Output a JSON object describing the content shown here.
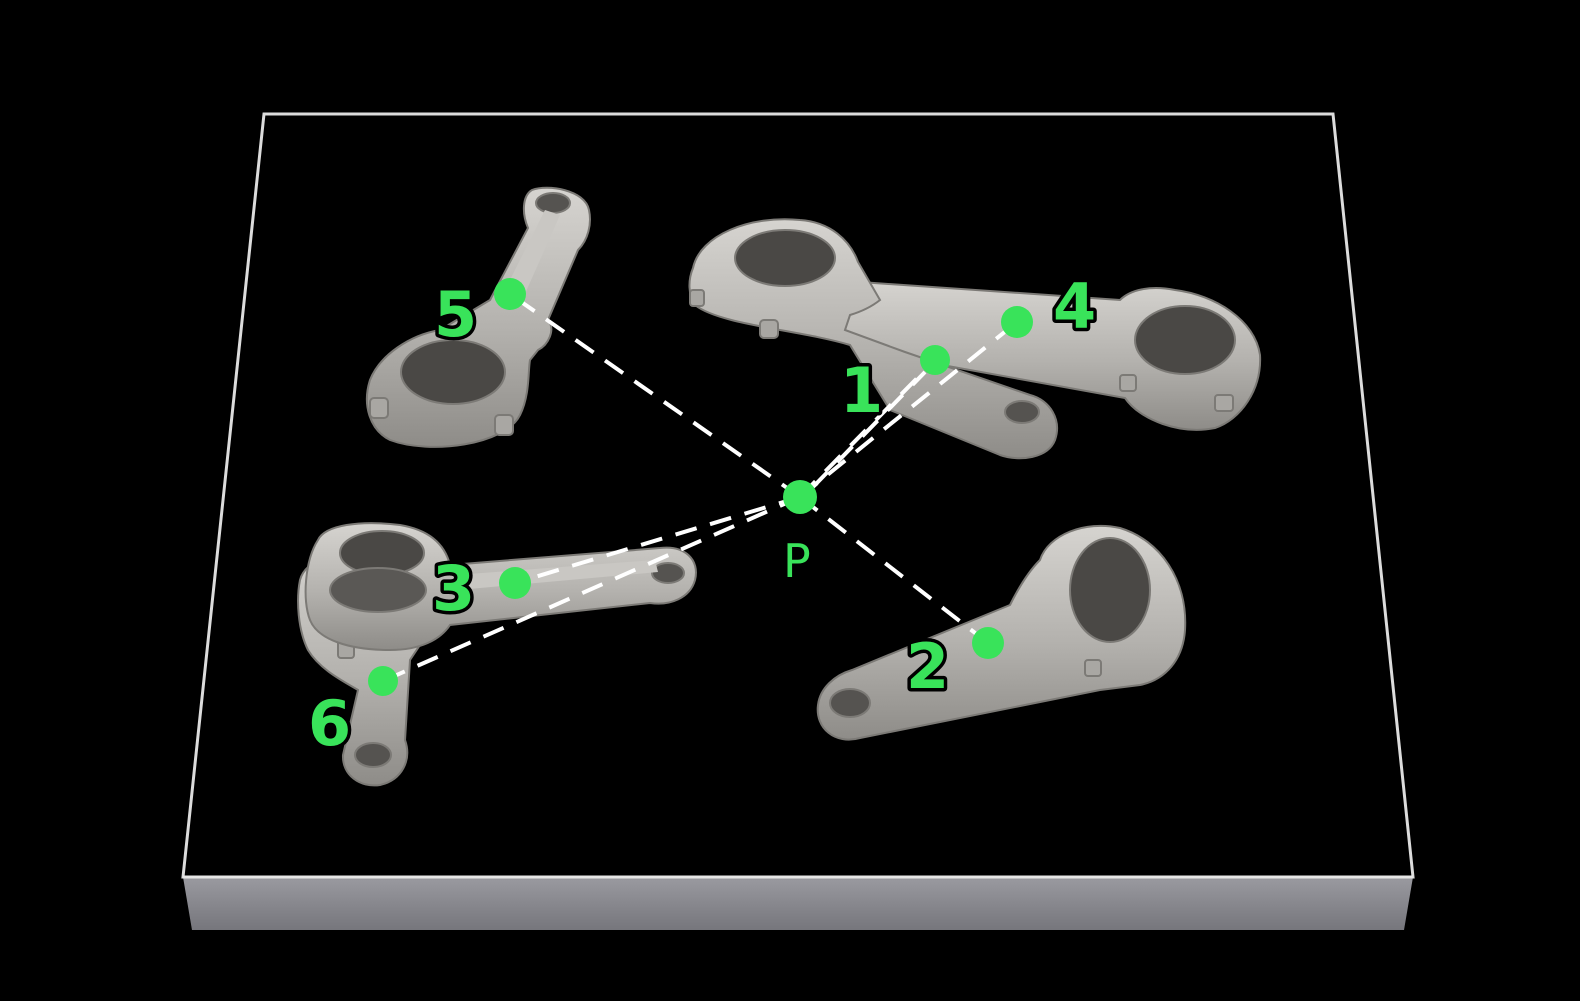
{
  "scene": {
    "description_labels": {
      "center": "P",
      "points": [
        "1",
        "2",
        "3",
        "4",
        "5",
        "6"
      ]
    },
    "colors": {
      "background": "#000000",
      "tray_top": "#000000",
      "tray_edge": "#d8d8d8",
      "tray_front": "#8a8a8e",
      "part": "#b9b7b3",
      "marker": "#39e35a",
      "line": "#ffffff"
    }
  }
}
